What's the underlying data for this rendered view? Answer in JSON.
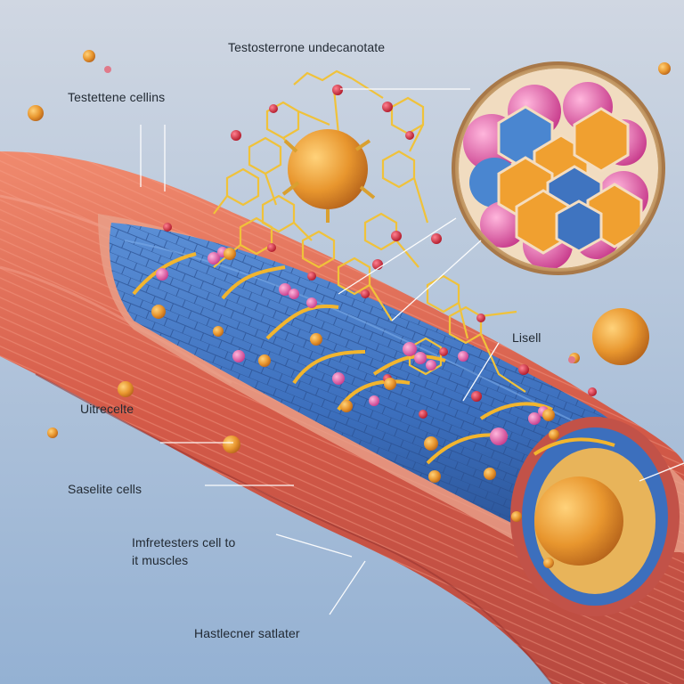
{
  "labels": {
    "title": "Testosterrone undecanotate",
    "testettene": "Testettene cellins",
    "lisell": "Lisell",
    "uitrecelte": "Uitrecelte",
    "saselite": "Saselite cells",
    "imfretesters_line1": "Imfretesters cell to",
    "imfretesters_line2": "it muscles",
    "hastlecner": "Hastlecner satlater"
  },
  "colors": {
    "background_top": "#c9d3e0",
    "background_bottom": "#98b4d4",
    "muscle": "#d9604c",
    "fiber_blue": "#3f74c0",
    "molecule_yellow": "#e8b83a",
    "cell_orange": "#e59630",
    "cell_pink": "#e45fae",
    "oxygen_red": "#d8283c"
  }
}
